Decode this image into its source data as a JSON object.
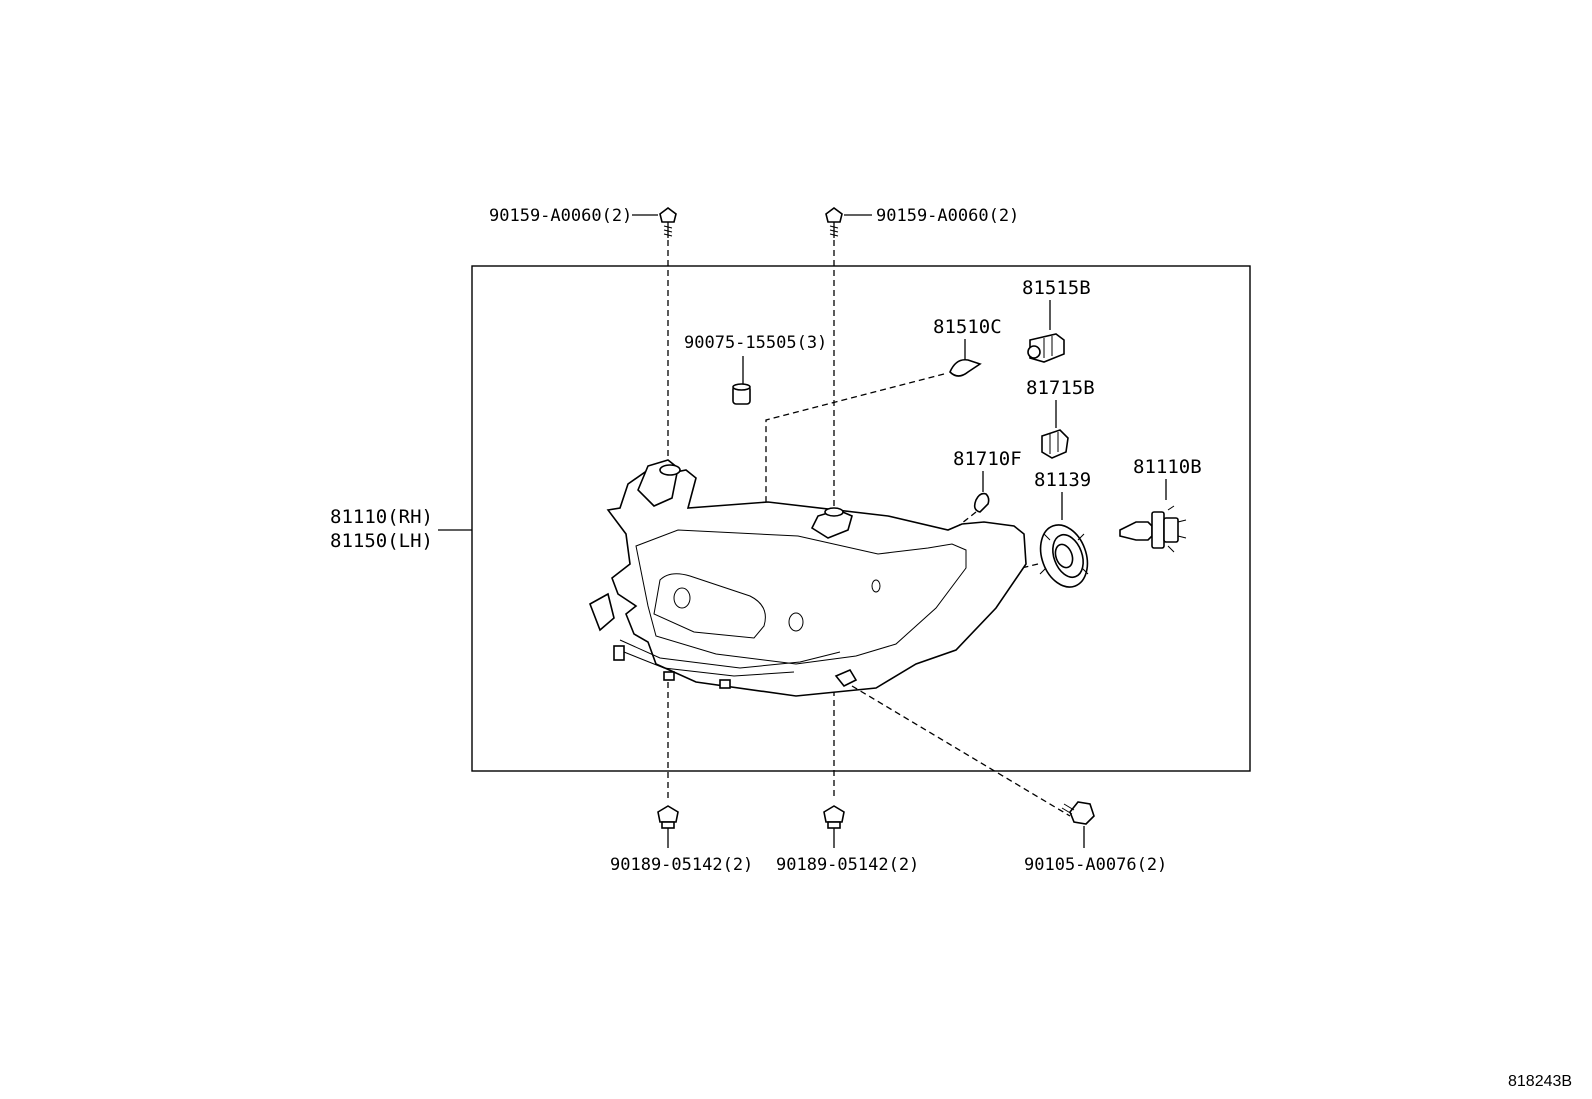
{
  "labels": {
    "screw_top_left": "90159-A0060(2)",
    "screw_top_right": "90159-A0060(2)",
    "spacer": "90075-15505(3)",
    "bulb_81510c": "81510C",
    "socket_81515b": "81515B",
    "socket_81715b": "81715B",
    "bulb_81710f": "81710F",
    "cover_81139": "81139",
    "bulb_81110b": "81110B",
    "assembly_rh": "81110(RH)",
    "assembly_lh": "81150(LH)",
    "nut_bottom_left": "90189-05142(2)",
    "nut_bottom_mid": "90189-05142(2)",
    "bolt_bottom_right": "90105-A0076(2)"
  },
  "footer": {
    "diagram_id": "818243B"
  }
}
